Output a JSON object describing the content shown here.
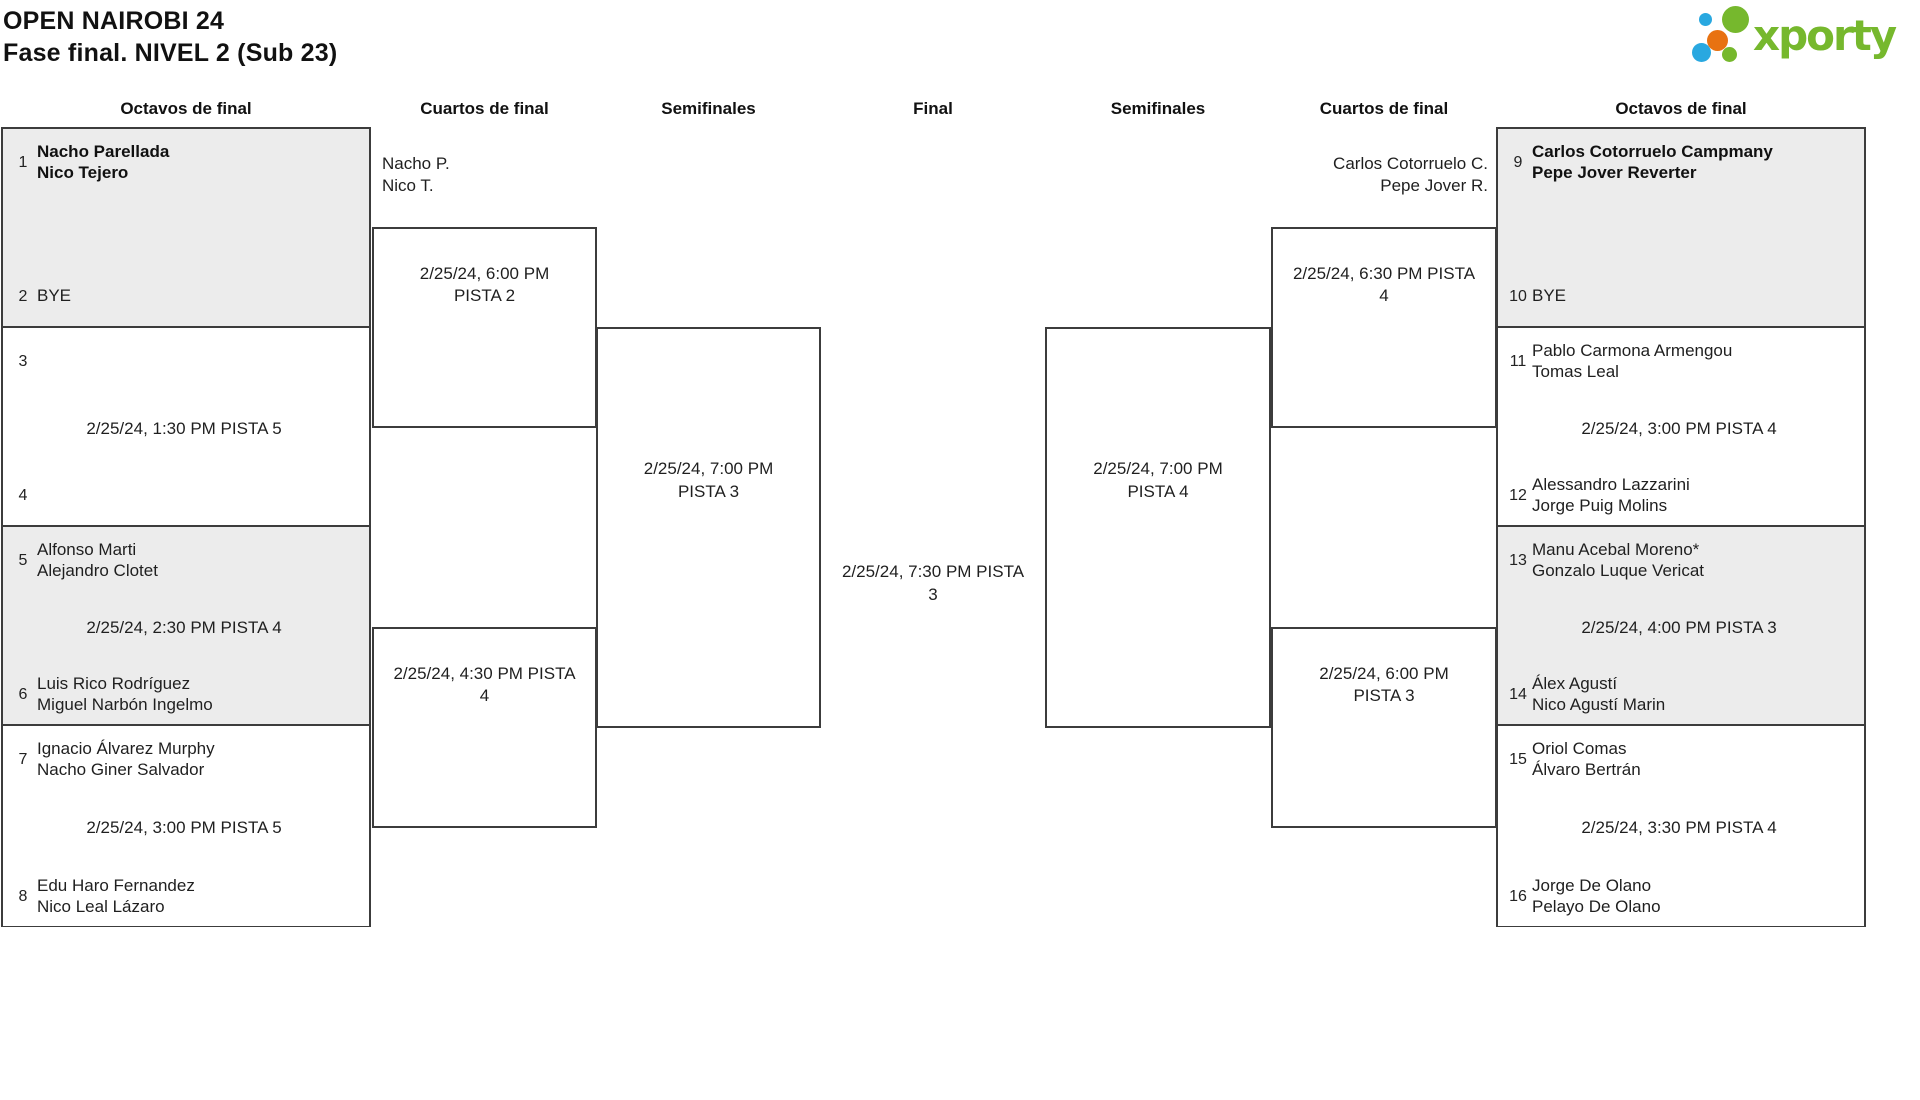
{
  "header": {
    "title_line1": "OPEN NAIROBI 24",
    "title_line2": "Fase final. NIVEL 2 (Sub 23)"
  },
  "logo": {
    "brand": "xporty",
    "green": "#76b82d",
    "blue": "#29a8e0",
    "orange": "#e87211"
  },
  "round_headers": {
    "left_octavos": "Octavos de final",
    "left_cuartos": "Cuartos de final",
    "left_semis": "Semifinales",
    "final": "Final",
    "right_semis": "Semifinales",
    "right_cuartos": "Cuartos de final",
    "right_octavos": "Octavos de final"
  },
  "octavos_left": [
    {
      "seed_top": "1",
      "team_top_p1": "Nacho Parellada",
      "team_top_p2": "Nico Tejero",
      "seed_bottom": "2",
      "team_bottom_p1": "BYE",
      "team_bottom_p2": "",
      "time": ""
    },
    {
      "seed_top": "3",
      "team_top_p1": "",
      "team_top_p2": "",
      "seed_bottom": "4",
      "team_bottom_p1": "",
      "team_bottom_p2": "",
      "time": "2/25/24, 1:30 PM PISTA 5"
    },
    {
      "seed_top": "5",
      "team_top_p1": "Alfonso Marti",
      "team_top_p2": "Alejandro Clotet",
      "seed_bottom": "6",
      "team_bottom_p1": "Luis Rico Rodríguez",
      "team_bottom_p2": "Miguel Narbón Ingelmo",
      "time": "2/25/24, 2:30 PM PISTA 4"
    },
    {
      "seed_top": "7",
      "team_top_p1": "Ignacio Álvarez Murphy",
      "team_top_p2": "Nacho Giner Salvador",
      "seed_bottom": "8",
      "team_bottom_p1": "Edu Haro Fernandez",
      "team_bottom_p2": "Nico Leal Lázaro",
      "time": "2/25/24, 3:00 PM PISTA 5"
    }
  ],
  "octavos_right": [
    {
      "seed_top": "9",
      "team_top_p1": "Carlos Cotorruelo Campmany",
      "team_top_p2": "Pepe Jover Reverter",
      "seed_bottom": "10",
      "team_bottom_p1": "BYE",
      "team_bottom_p2": "",
      "time": ""
    },
    {
      "seed_top": "11",
      "team_top_p1": "Pablo Carmona Armengou",
      "team_top_p2": "Tomas Leal",
      "seed_bottom": "12",
      "team_bottom_p1": "Alessandro Lazzarini",
      "team_bottom_p2": "Jorge Puig Molins",
      "time": "2/25/24, 3:00 PM PISTA 4"
    },
    {
      "seed_top": "13",
      "team_top_p1": "Manu Acebal Moreno*",
      "team_top_p2": "Gonzalo Luque Vericat",
      "seed_bottom": "14",
      "team_bottom_p1": "Álex Agustí",
      "team_bottom_p2": "Nico Agustí Marin",
      "time": "2/25/24, 4:00 PM PISTA 3"
    },
    {
      "seed_top": "15",
      "team_top_p1": "Oriol Comas",
      "team_top_p2": "Álvaro Bertrán",
      "seed_bottom": "16",
      "team_bottom_p1": "Jorge De Olano",
      "team_bottom_p2": "Pelayo De Olano",
      "time": "2/25/24, 3:30 PM PISTA 4"
    }
  ],
  "cuartos_left_top": {
    "advancer_p1": "Nacho P.",
    "advancer_p2": "Nico T.",
    "time": "2/25/24, 6:00 PM\nPISTA 2"
  },
  "cuartos_left_bottom": {
    "time": "2/25/24, 4:30 PM PISTA\n4"
  },
  "cuartos_right_top": {
    "advancer_p1": "Carlos Cotorruelo C.",
    "advancer_p2": "Pepe Jover R.",
    "time": "2/25/24, 6:30 PM PISTA\n4"
  },
  "cuartos_right_bottom": {
    "time": "2/25/24, 6:00 PM\nPISTA 3"
  },
  "semifinal_left": {
    "time": "2/25/24, 7:00 PM\nPISTA 3"
  },
  "semifinal_right": {
    "time": "2/25/24, 7:00 PM\nPISTA 4"
  },
  "final": {
    "time": "2/25/24, 7:30 PM PISTA\n3"
  }
}
